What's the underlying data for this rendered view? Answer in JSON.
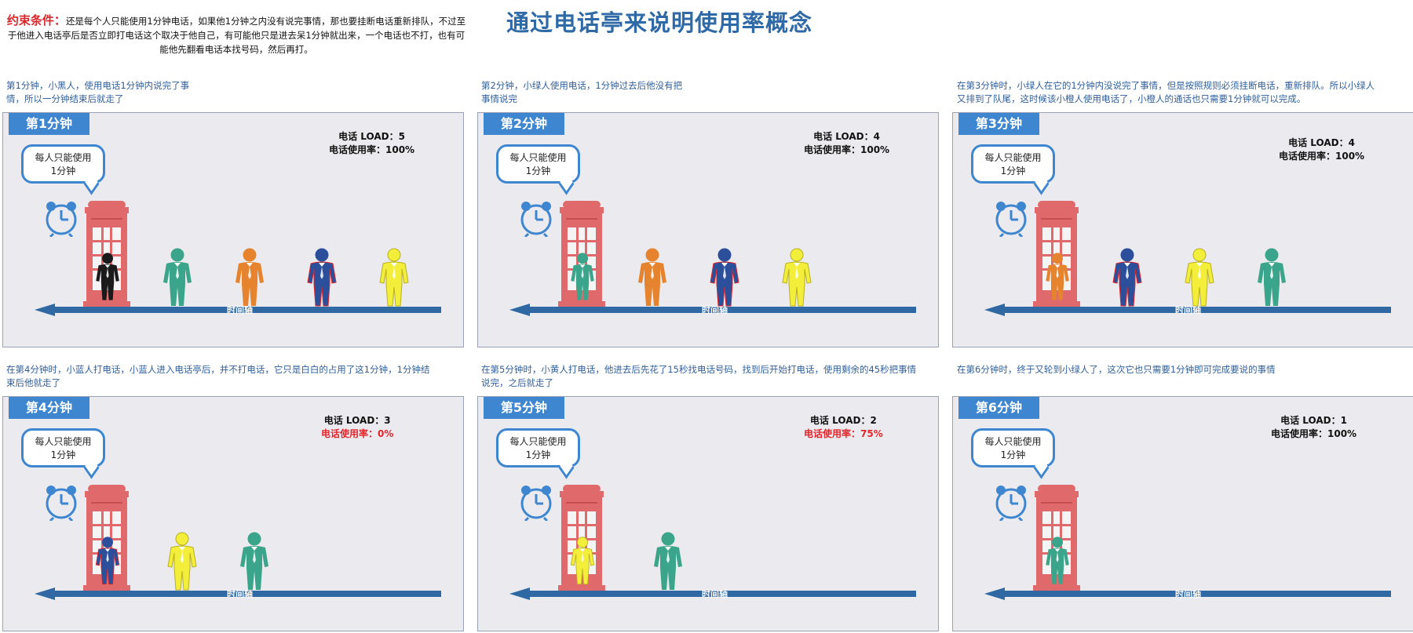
{
  "title": "通过电话亭来说明使用率概念",
  "constraint": {
    "label": "约束条件：",
    "text": "还是每个人只能使用1分钟电话，如果他1分钟之内没有说完事情，那也要挂断电话重新排队，不过至于他进入电话亭后是否立即打电话这个取决于他自己，有可能他只是进去呆1分钟就出来，一个电话也不打，也有可能他先翻看电话本找号码，然后再打。"
  },
  "colors": {
    "black": "#1a1a1a",
    "green": "#3aa58a",
    "orange": "#e6832e",
    "navy": "#2c4f9c",
    "yellow": "#f3ee3a",
    "booth": "#e06a6b",
    "accent": "#3e86cf",
    "axis": "#2f68a3",
    "red": "#e3262c"
  },
  "common": {
    "bubble_line1": "每人只能使用",
    "bubble_line2": "1分钟",
    "axis_label": "时间轴",
    "load_prefix": "电话 LOAD：",
    "util_prefix": "电话使用率："
  },
  "panels": [
    {
      "tag": "第1分钟",
      "desc": "第1分钟，小黑人，使用电话1分钟内说完了事情，所以一分钟结束后就走了",
      "load": "5",
      "util": "100%",
      "util_red": false,
      "booth_person": "black",
      "queue": [
        "green",
        "orange",
        "navy",
        "yellow"
      ]
    },
    {
      "tag": "第2分钟",
      "desc": "第2分钟，小绿人使用电话，1分钟过去后他没有把事情说完",
      "load": "4",
      "util": "100%",
      "util_red": false,
      "booth_person": "green",
      "queue": [
        "orange",
        "navy",
        "yellow"
      ]
    },
    {
      "tag": "第3分钟",
      "desc": "在第3分钟时，小绿人在它的1分钟内没说完了事情，但是按照规则必须挂断电话，重新排队。所以小绿人又排到了队尾，这时候该小橙人使用电话了，小橙人的通话也只需要1分钟就可以完成。",
      "load": "4",
      "util": "100%",
      "util_red": false,
      "booth_person": "orange",
      "queue": [
        "navy",
        "yellow",
        "green"
      ]
    },
    {
      "tag": "第4分钟",
      "desc": "在第4分钟时，小蓝人打电话，小蓝人进入电话亭后，并不打电话，它只是白白的占用了这1分钟，1分钟结束后他就走了",
      "load": "3",
      "util": "0%",
      "util_red": true,
      "booth_person": "navy",
      "queue": [
        "yellow",
        "green"
      ]
    },
    {
      "tag": "第5分钟",
      "desc": "在第5分钟时，小黄人打电话，他进去后先花了15秒找电话号码，找到后开始打电话，使用剩余的45秒把事情说完，之后就走了",
      "load": "2",
      "util": "75%",
      "util_red": true,
      "booth_person": "yellow",
      "queue": [
        "green"
      ]
    },
    {
      "tag": "第6分钟",
      "desc": "在第6分钟时，终于又轮到小绿人了，这次它也只需要1分钟即可完成要说的事情",
      "load": "1",
      "util": "100%",
      "util_red": false,
      "booth_person": "green",
      "queue": []
    }
  ]
}
